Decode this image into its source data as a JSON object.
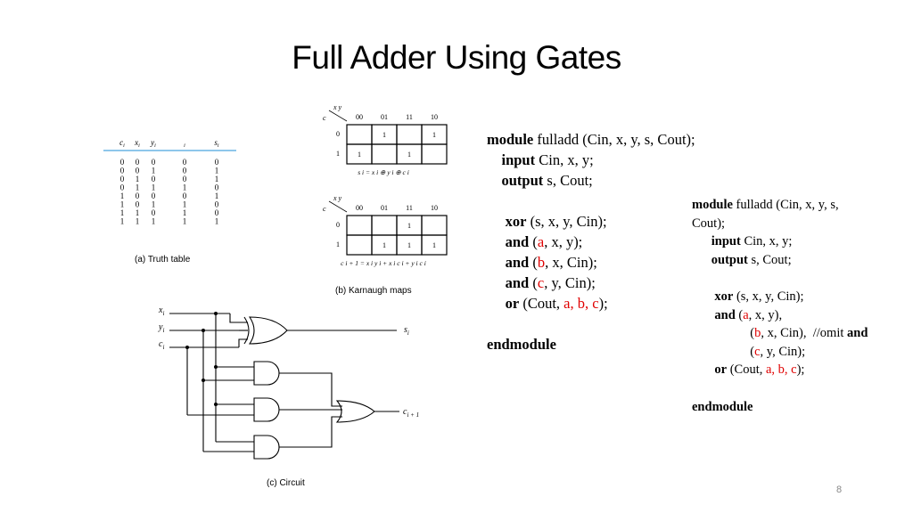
{
  "title": "Full Adder Using Gates",
  "truth_table": {
    "headers": [
      "c",
      "x",
      "y",
      "",
      "s"
    ],
    "header_subscripts": [
      "i",
      "i",
      "i",
      "i",
      "i"
    ],
    "rows": [
      [
        "0",
        "0",
        "0",
        "0",
        "0"
      ],
      [
        "0",
        "0",
        "1",
        "0",
        "1"
      ],
      [
        "0",
        "1",
        "0",
        "0",
        "1"
      ],
      [
        "0",
        "1",
        "1",
        "1",
        "0"
      ],
      [
        "1",
        "0",
        "0",
        "0",
        "1"
      ],
      [
        "1",
        "0",
        "1",
        "1",
        "0"
      ],
      [
        "1",
        "1",
        "0",
        "1",
        "0"
      ],
      [
        "1",
        "1",
        "1",
        "1",
        "1"
      ]
    ],
    "caption": "(a) Truth table"
  },
  "kmaps": {
    "caption": "(b) Karnaugh maps",
    "row_var": "c",
    "col_var": "x y",
    "col_headers": [
      "00",
      "01",
      "11",
      "10"
    ],
    "row_headers": [
      "0",
      "1"
    ],
    "map1": {
      "cells": [
        [
          "",
          "1",
          "",
          "1"
        ],
        [
          "1",
          "",
          "1",
          ""
        ]
      ],
      "equation": "s i = x i ⊕ y i ⊕ c i"
    },
    "map2": {
      "cells": [
        [
          "",
          "",
          "1",
          ""
        ],
        [
          "",
          "1",
          "1",
          "1"
        ]
      ],
      "equation": "c i + 1 = x i y i + x i c i + y i c i"
    }
  },
  "circuit": {
    "caption": "(c) Circuit",
    "inputs": [
      "x",
      "y",
      "c"
    ],
    "outputs": [
      "s",
      "c"
    ]
  },
  "code1": {
    "lines": [
      [
        {
          "t": "module",
          "b": true
        },
        {
          "t": " fulladd (Cin, x, y, s, Cout);"
        }
      ],
      [
        {
          "t": "    "
        },
        {
          "t": "input",
          "b": true
        },
        {
          "t": " Cin, x, y;"
        }
      ],
      [
        {
          "t": "    "
        },
        {
          "t": "output",
          "b": true
        },
        {
          "t": " s, Cout;"
        }
      ],
      [
        {
          "t": ""
        }
      ],
      [
        {
          "t": "     "
        },
        {
          "t": "xor",
          "b": true
        },
        {
          "t": " (s, x, y, Cin);"
        }
      ],
      [
        {
          "t": "     "
        },
        {
          "t": "and",
          "b": true
        },
        {
          "t": " ("
        },
        {
          "t": "a",
          "r": true
        },
        {
          "t": ", x, y);"
        }
      ],
      [
        {
          "t": "     "
        },
        {
          "t": "and",
          "b": true
        },
        {
          "t": " ("
        },
        {
          "t": "b",
          "r": true
        },
        {
          "t": ", x, Cin);"
        }
      ],
      [
        {
          "t": "     "
        },
        {
          "t": "and",
          "b": true
        },
        {
          "t": " ("
        },
        {
          "t": "c",
          "r": true
        },
        {
          "t": ", y, Cin);"
        }
      ],
      [
        {
          "t": "     "
        },
        {
          "t": "or",
          "b": true
        },
        {
          "t": " (Cout, "
        },
        {
          "t": "a, b, c",
          "r": true
        },
        {
          "t": ");"
        }
      ],
      [
        {
          "t": ""
        }
      ],
      [
        {
          "t": "endmodule",
          "b": true
        }
      ]
    ]
  },
  "code2": {
    "lines": [
      [
        {
          "t": "module",
          "b": true
        },
        {
          "t": " fulladd (Cin, x, y, s,"
        }
      ],
      [
        {
          "t": "Cout);"
        }
      ],
      [
        {
          "t": "      "
        },
        {
          "t": "input",
          "b": true
        },
        {
          "t": " Cin, x, y;"
        }
      ],
      [
        {
          "t": "      "
        },
        {
          "t": "output",
          "b": true
        },
        {
          "t": " s, Cout;"
        }
      ],
      [
        {
          "t": ""
        }
      ],
      [
        {
          "t": "       "
        },
        {
          "t": "xor",
          "b": true
        },
        {
          "t": " (s, x, y, Cin);"
        }
      ],
      [
        {
          "t": "       "
        },
        {
          "t": "and",
          "b": true
        },
        {
          "t": " ("
        },
        {
          "t": "a",
          "r": true
        },
        {
          "t": ", x, y),"
        }
      ],
      [
        {
          "t": "                  ("
        },
        {
          "t": "b",
          "r": true
        },
        {
          "t": ", x, Cin),  //omit "
        },
        {
          "t": "and",
          "b": true
        }
      ],
      [
        {
          "t": "                  ("
        },
        {
          "t": "c",
          "r": true
        },
        {
          "t": ", y, Cin);"
        }
      ],
      [
        {
          "t": "       "
        },
        {
          "t": "or",
          "b": true
        },
        {
          "t": " (Cout, "
        },
        {
          "t": "a, b, c",
          "r": true
        },
        {
          "t": ");"
        }
      ],
      [
        {
          "t": ""
        }
      ],
      [
        {
          "t": "endmodule",
          "b": true
        }
      ]
    ]
  },
  "page_number": "8",
  "colors": {
    "accent_line": "#4aa3df",
    "keyword_red": "#e00000"
  }
}
